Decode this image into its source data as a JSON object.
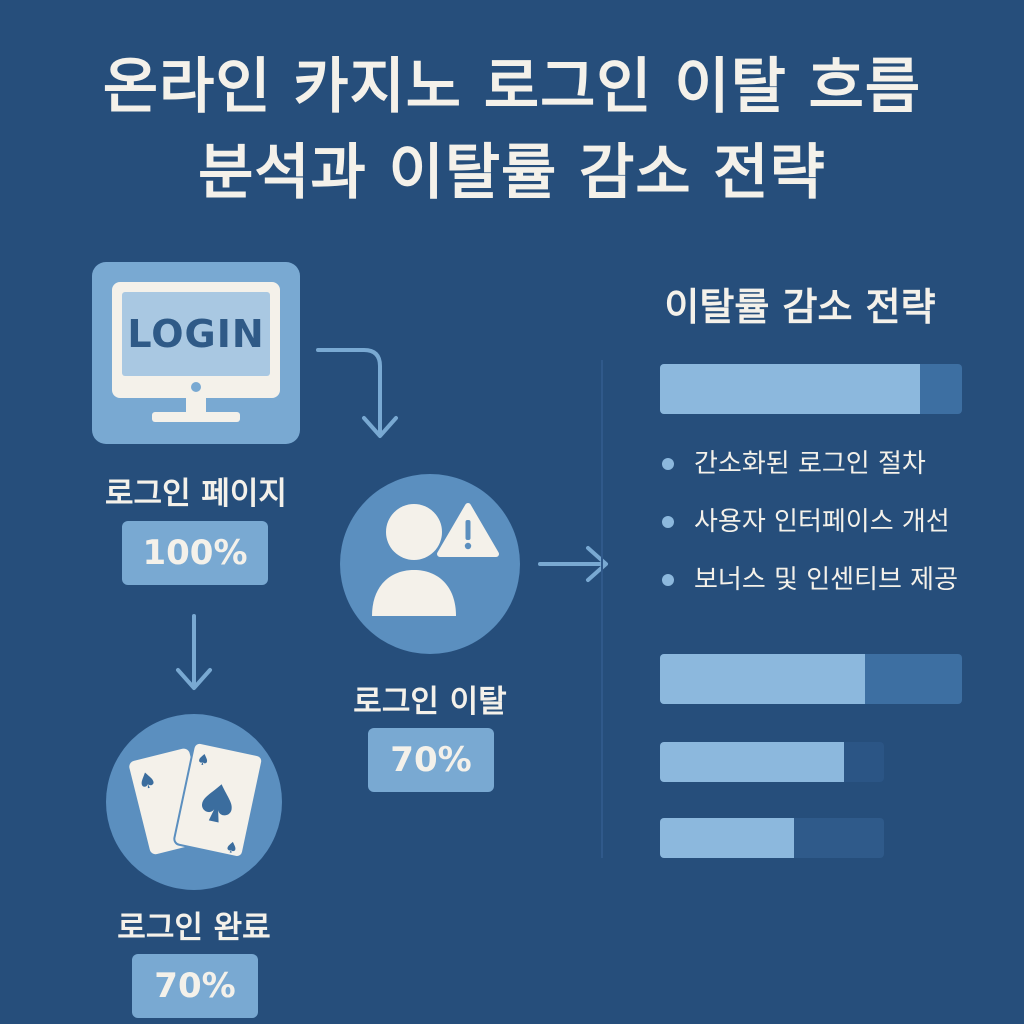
{
  "title": {
    "line1": "온라인 카지노 로그인 이탈 흐름",
    "line2": "분석과 이탈률 감소 전략"
  },
  "flow": {
    "login_page": {
      "icon": "monitor-icon",
      "screen_text": "LOGIN",
      "label": "로그인 페이지",
      "value": "100%"
    },
    "login_dropout": {
      "icon": "user-warning-icon",
      "label": "로그인 이탈",
      "value": "70%"
    },
    "login_complete": {
      "icon": "playing-cards-icon",
      "label": "로그인 완료",
      "value": "70%"
    }
  },
  "strategy": {
    "title": "이탈률 감소 전략",
    "items": [
      {
        "label": "간소화된 로그인 절차"
      },
      {
        "label": "사용자 인터페이스 개선"
      },
      {
        "label": "보너스 및 인센티브 제공"
      }
    ],
    "bars": [
      {
        "fill": 0.86
      },
      {
        "fill": 0.68
      },
      {
        "fill": 0.82
      },
      {
        "fill": 0.6
      }
    ]
  },
  "colors": {
    "background": "#264e7b",
    "tile": "#79a9d2",
    "circle": "#5b8fbf",
    "bar_fill": "#8cb8dd",
    "text": "#f4f1ea"
  }
}
